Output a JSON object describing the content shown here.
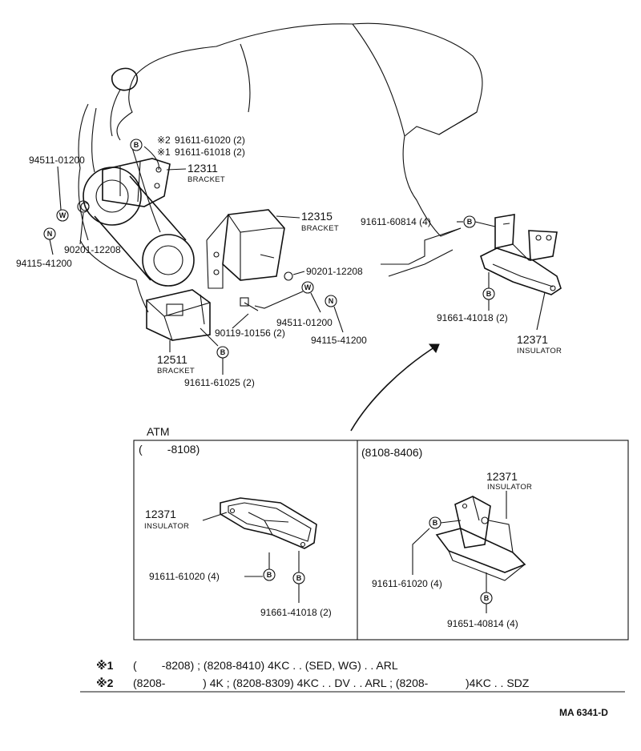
{
  "engine": {
    "callouts": {
      "b1": {
        "symbol": "B",
        "note2_mark": "※2",
        "note2_part": "91611-61020 (2)",
        "note1_mark": "※1",
        "note1_part": "91611-61018 (2)"
      },
      "washer_left": {
        "part": "94511-01200",
        "symbol": "W"
      },
      "bracket_left": {
        "number": "12311",
        "label": "BRACKET"
      },
      "nut_left": {
        "symbol": "N",
        "part": "94115-41200"
      },
      "bolt_left": "90201-12208",
      "bracket_mid": {
        "number": "12315",
        "label": "BRACKET"
      },
      "bolt_mid": "90201-12208",
      "washer_mid": {
        "symbol": "W",
        "part": "94511-01200"
      },
      "nut_mid": {
        "symbol": "N",
        "part": "94115-41200"
      },
      "bolt_lower": "90119-10156 (2)",
      "bracket_lower": {
        "number": "12511",
        "label": "BRACKET"
      },
      "bolt_lower2": {
        "symbol": "B",
        "part": "91611-61025 (2)"
      },
      "bolt_right_top": {
        "part": "91611-60814 (4)",
        "symbol": "B"
      },
      "bolt_right_bottom": {
        "symbol": "B",
        "part": "91661-41018 (2)"
      },
      "insulator_right": {
        "number": "12371",
        "label": "INSULATOR"
      }
    }
  },
  "atm": {
    "title": "ATM",
    "left_panel": {
      "range": "(        -8108)",
      "insulator": {
        "number": "12371",
        "label": "INSULATOR"
      },
      "bolt1": {
        "part": "91611-61020 (4)",
        "symbol": "B"
      },
      "bolt2": {
        "symbol": "B",
        "part": "91661-41018 (2)"
      }
    },
    "right_panel": {
      "range": "(8108-8406)",
      "insulator": {
        "number": "12371",
        "label": "INSULATOR"
      },
      "bolt1": {
        "symbol": "B",
        "part": "91611-61020 (4)"
      },
      "bolt2": {
        "symbol": "B",
        "part": "91651-40814 (4)"
      }
    }
  },
  "footnotes": [
    {
      "mark": "※1",
      "text": "(        -8208) ; (8208-8410) 4KC . . (SED, WG) . . ARL"
    },
    {
      "mark": "※2",
      "text": "(8208-            ) 4K ; (8208-8309) 4KC . . DV . . ARL ; (8208-            )4KC . . SDZ"
    }
  ],
  "drawing_id": "MA 6341-D"
}
